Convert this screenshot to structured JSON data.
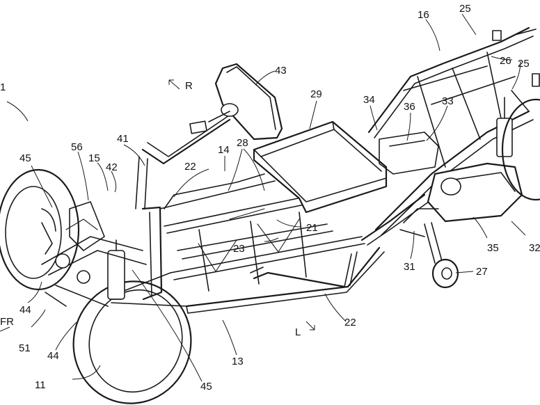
{
  "labels": {
    "n1": "1",
    "n11": "11",
    "n13": "13",
    "n14": "14",
    "n15": "15",
    "n16": "16",
    "n21": "21",
    "n22a": "22",
    "n22b": "22",
    "n23": "23",
    "n25a": "25",
    "n25b": "25",
    "n26": "26",
    "n27": "27",
    "n28": "28",
    "n29": "29",
    "n31": "31",
    "n32": "32",
    "n33": "33",
    "n34": "34",
    "n35": "35",
    "n36": "36",
    "n41": "41",
    "n42": "42",
    "n43": "43",
    "n44a": "44",
    "n44b": "44",
    "n45a": "45",
    "n45b": "45",
    "n51": "51",
    "n56": "56"
  },
  "directions": {
    "right": "R",
    "left": "L",
    "front": "FR"
  }
}
